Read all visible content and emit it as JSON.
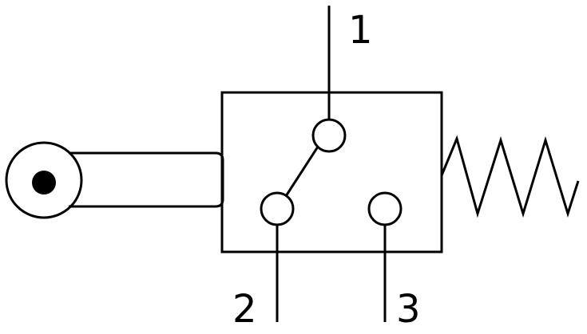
{
  "terminals": [
    {
      "label": "1"
    },
    {
      "label": "2"
    },
    {
      "label": "3"
    }
  ],
  "colors": {
    "line": "#000000",
    "background": "#ffffff"
  }
}
